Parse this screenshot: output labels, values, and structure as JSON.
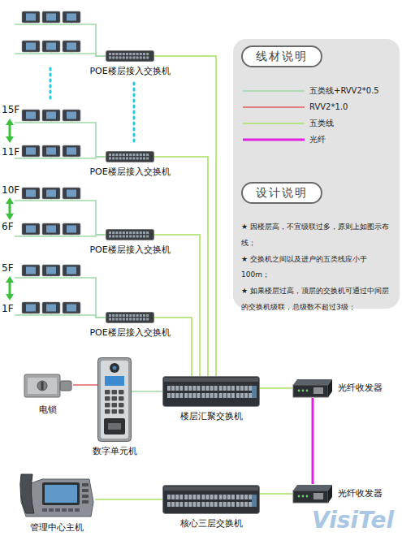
{
  "diagram": {
    "nodes": [
      {
        "text": [
          "POE楼层接入交换机"
        ]
      },
      {
        "text": [
          "POE楼层接入交换机"
        ]
      },
      {
        "text": [
          "POE楼层接入交换机"
        ]
      },
      {
        "text": [
          "POE楼层接入交换机"
        ]
      },
      {
        "text": [
          "电锁"
        ]
      },
      {
        "text": [
          "数字单元机"
        ]
      },
      {
        "text": [
          "楼层汇聚交换机"
        ]
      },
      {
        "text": [
          "光纤收发器"
        ]
      },
      {
        "text": [
          "光纤收发器"
        ]
      },
      {
        "text": [
          "管理中心主机"
        ]
      },
      {
        "text": [
          "核心三层交换机"
        ]
      },
      {
        "text": [
          "★ 因楼层高，不宜级联过多，原则上如图示布线；",
          "★ 交换机之间以及进户的五类线应小于100m；",
          "★ 如果楼层过高，顶层的交换机可通过中间层的交换机级联，总级数不超过3级；"
        ]
      },
      {
        "text": [
          "线材说明"
        ],
        "in": 11
      },
      {
        "text": [
          "设计说明"
        ],
        "in": 11
      }
    ],
    "edges": [
      {
        "from": 0,
        "to": 6,
        "arrow": "none"
      },
      {
        "from": 1,
        "to": 6,
        "arrow": "none"
      },
      {
        "from": 2,
        "to": 6,
        "arrow": "none"
      },
      {
        "from": 3,
        "to": 6,
        "arrow": "none"
      },
      {
        "from": 4,
        "to": 5,
        "arrow": "none"
      },
      {
        "from": 5,
        "to": 6,
        "arrow": "none"
      },
      {
        "from": 6,
        "to": 7,
        "arrow": "none"
      },
      {
        "from": 7,
        "to": 8,
        "arrow": "none"
      },
      {
        "from": 8,
        "to": 10,
        "arrow": "none"
      },
      {
        "from": 9,
        "to": 10,
        "arrow": "none"
      }
    ],
    "labels": [
      "15F",
      "11F",
      "10F",
      "6F",
      "5F",
      "1F",
      "VisiTel"
    ],
    "legend": [
      {
        "text": "五类线+RVV2*0.5"
      },
      {
        "text": "RVV2*1.0"
      },
      {
        "text": "五类线"
      },
      {
        "text": "光纤"
      }
    ]
  }
}
